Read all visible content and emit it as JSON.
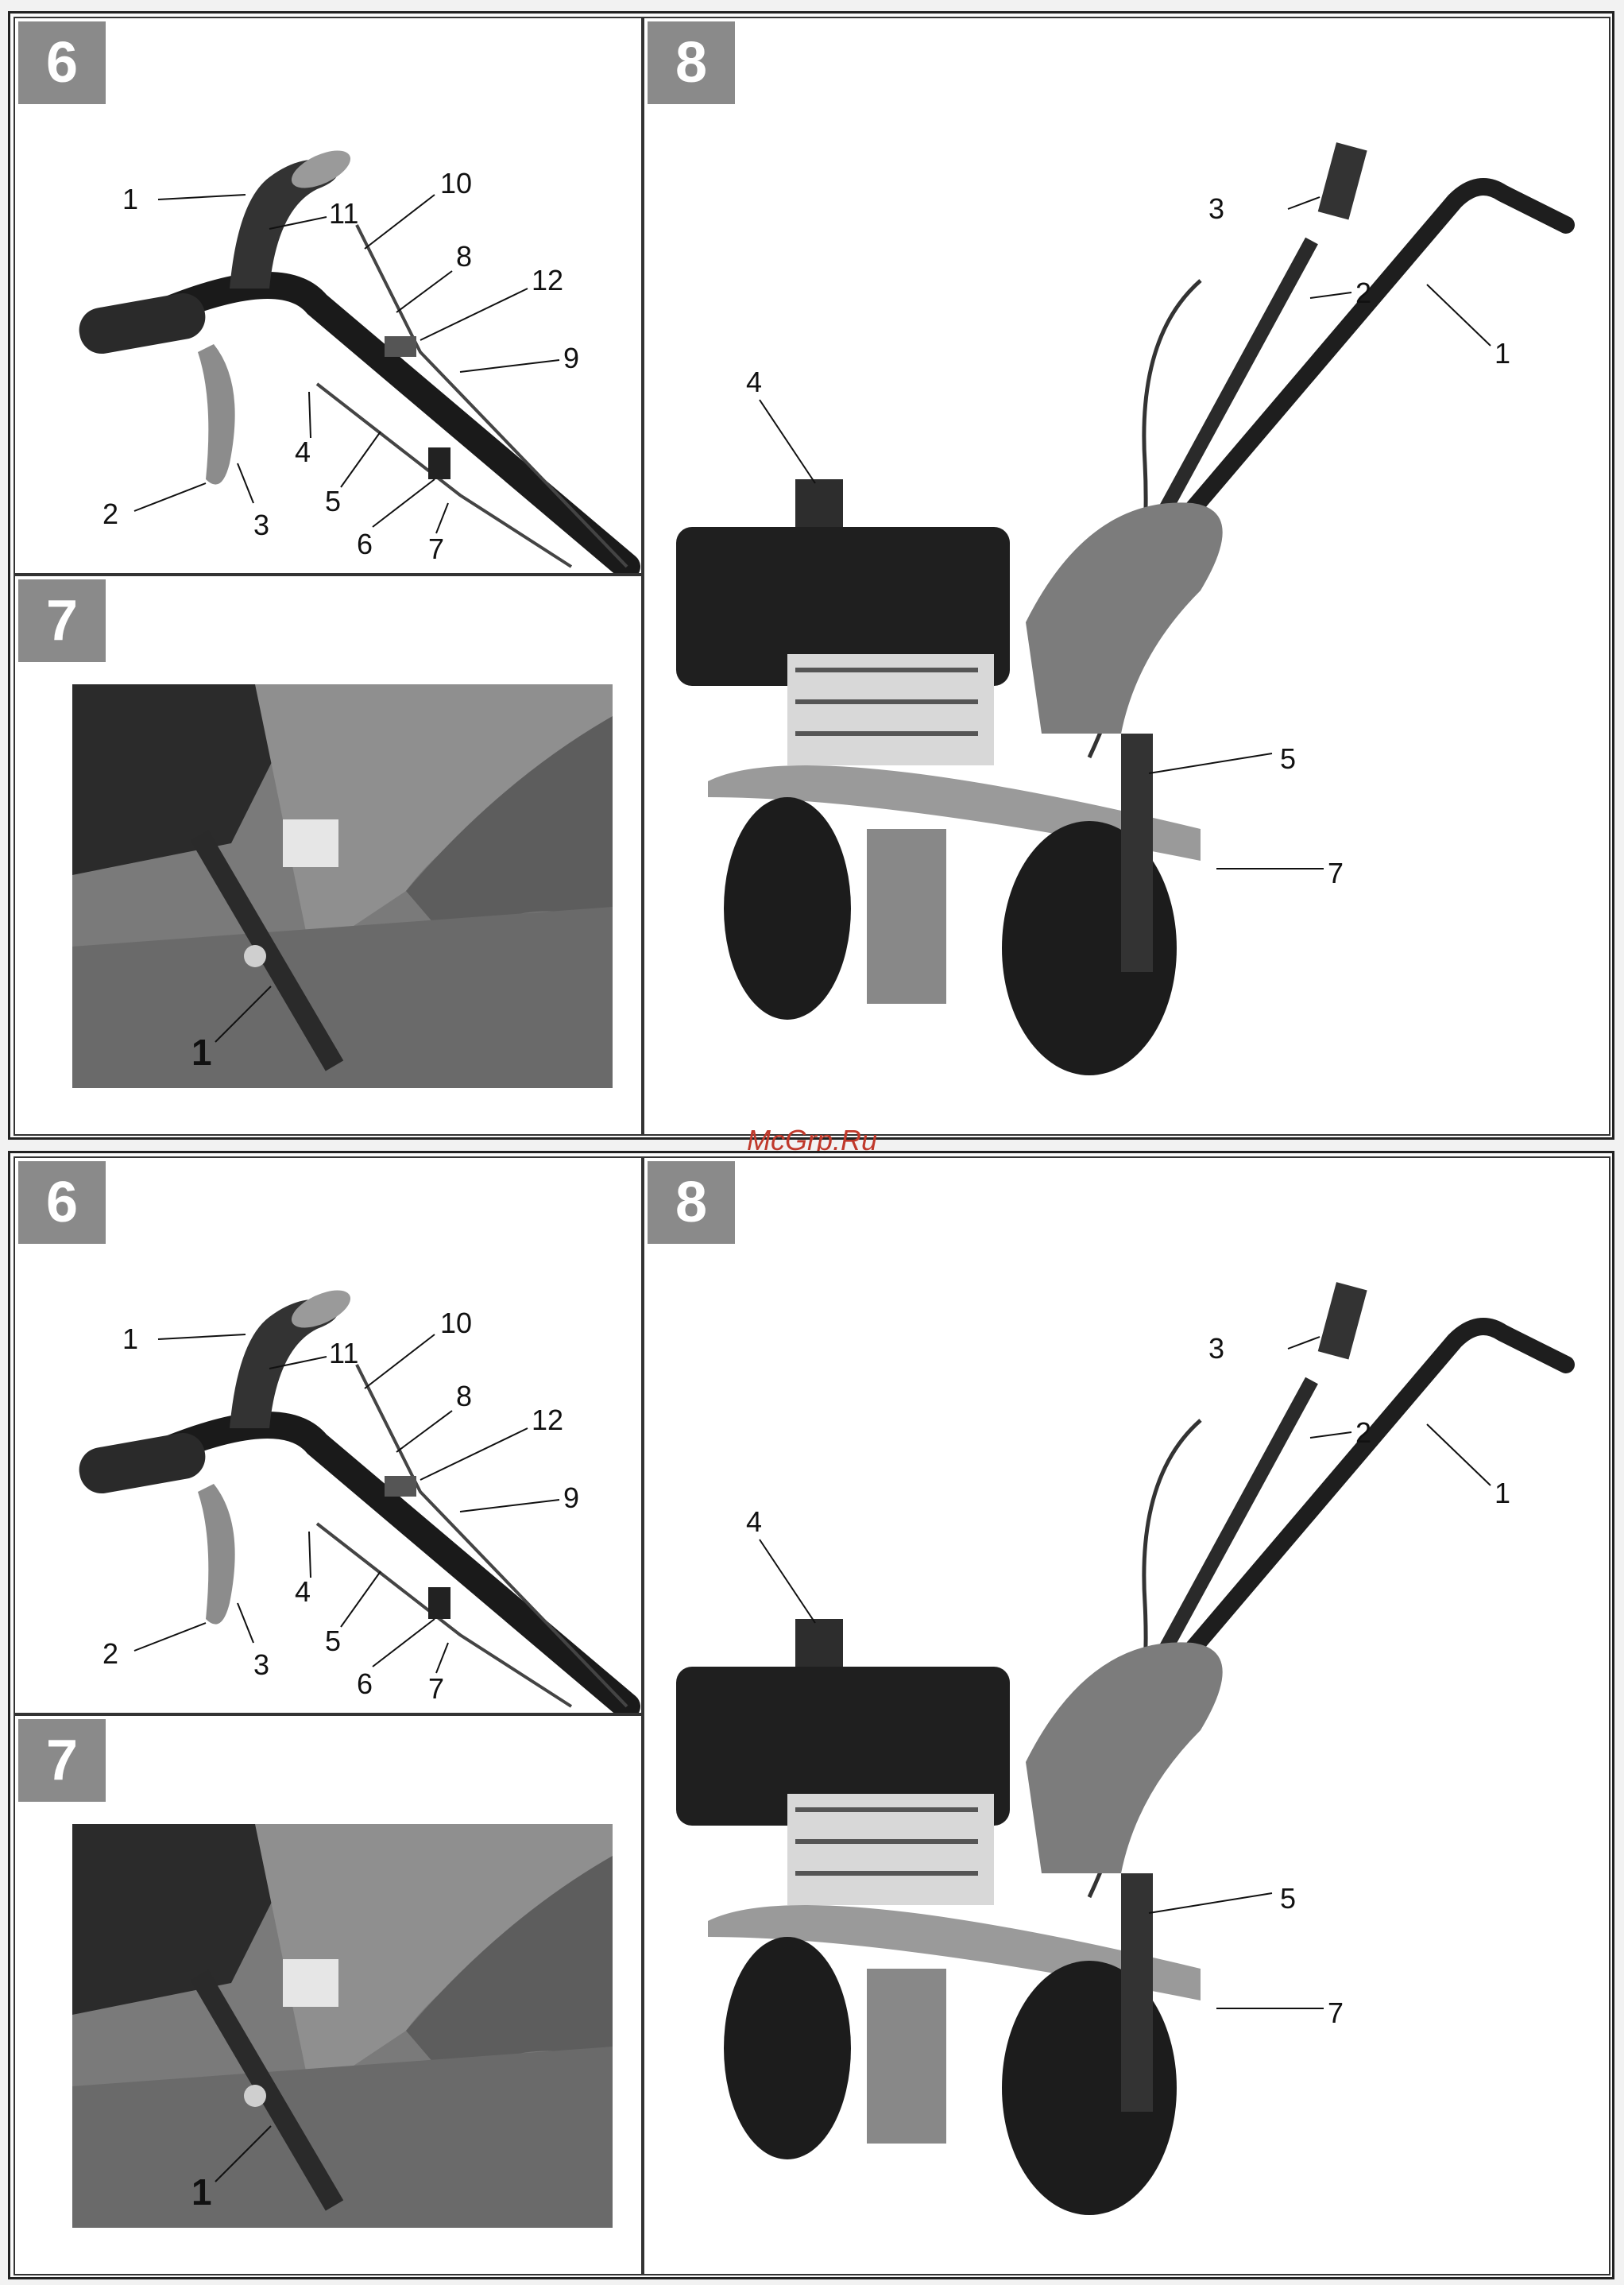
{
  "watermark": "McGrp.Ru",
  "copies": [
    {
      "fig6": {
        "badge": "6",
        "callouts": [
          "1",
          "11",
          "10",
          "8",
          "12",
          "9",
          "4",
          "5",
          "6",
          "7",
          "2",
          "3"
        ]
      },
      "fig7": {
        "badge": "7",
        "callouts": [
          "1"
        ]
      },
      "fig8": {
        "badge": "8",
        "callouts": [
          "3",
          "2",
          "1",
          "4",
          "5",
          "7"
        ]
      }
    },
    {
      "fig6": {
        "badge": "6",
        "callouts": [
          "1",
          "11",
          "10",
          "8",
          "12",
          "9",
          "4",
          "5",
          "6",
          "7",
          "2",
          "3"
        ]
      },
      "fig7": {
        "badge": "7",
        "callouts": [
          "1"
        ]
      },
      "fig8": {
        "badge": "8",
        "callouts": [
          "3",
          "2",
          "1",
          "4",
          "5",
          "7"
        ]
      }
    }
  ]
}
